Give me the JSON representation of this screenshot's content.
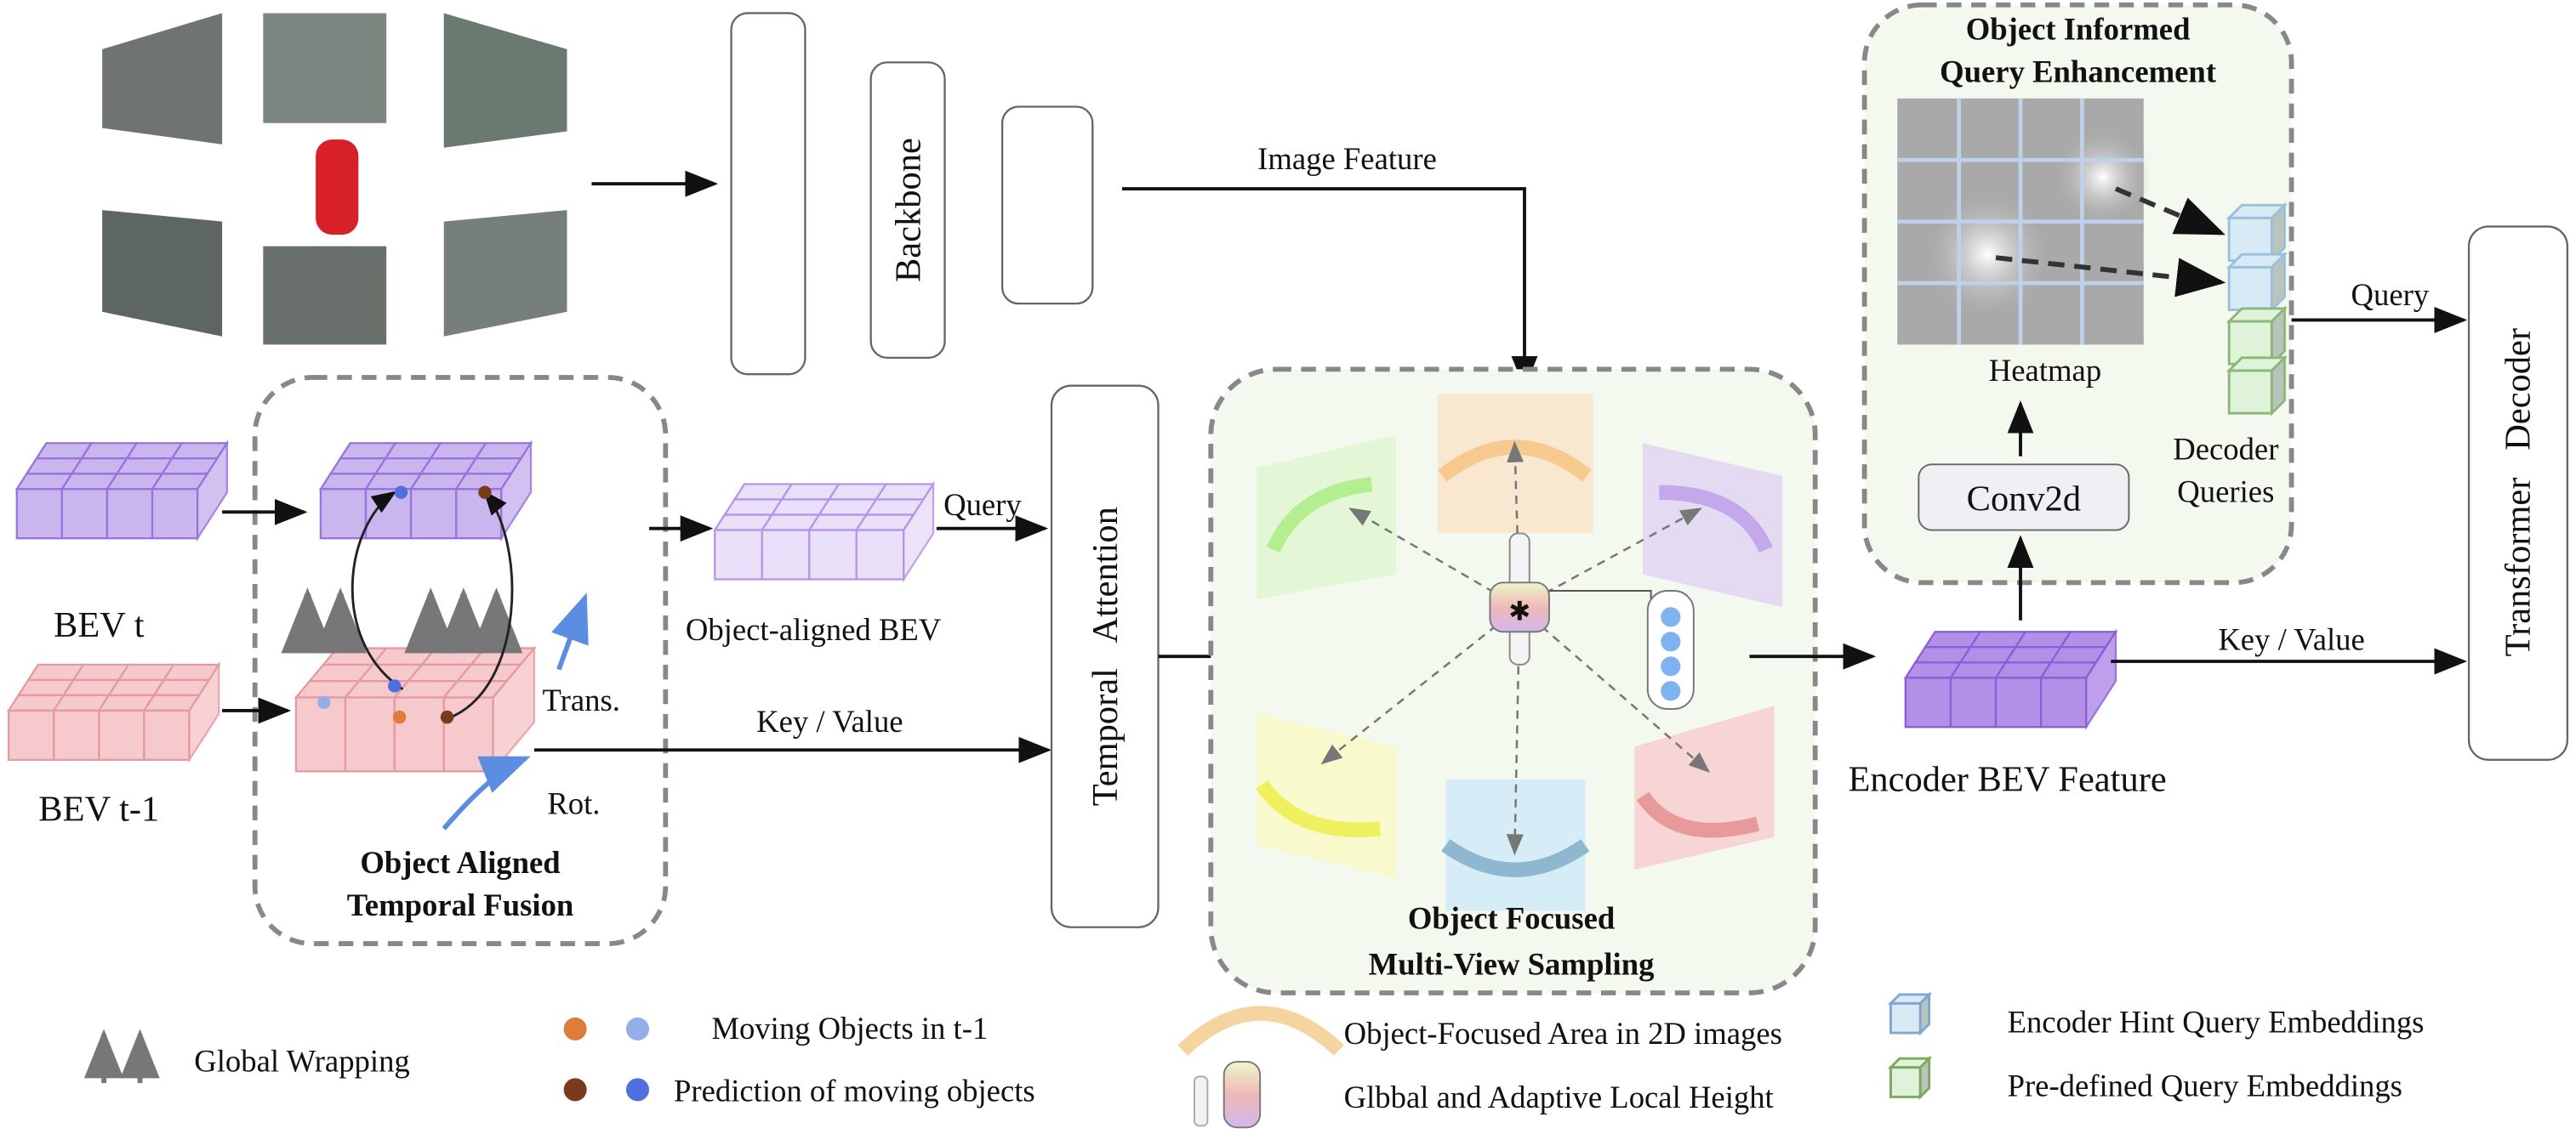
{
  "backbone": {
    "label": "Backbone"
  },
  "image_feature": "Image Feature",
  "bev_t": "BEV t",
  "bev_t1": "BEV t-1",
  "fusion": {
    "title_line1": "Object Aligned",
    "title_line2": "Temporal Fusion",
    "trans": "Trans.",
    "rot": "Rot."
  },
  "object_aligned_bev": "Object-aligned BEV",
  "query_label_1": "Query",
  "key_value_1": "Key / Value",
  "temporal_attention": "Temporal   Attention",
  "sampling": {
    "title_line1": "Object Focused",
    "title_line2": "Multi-View Sampling"
  },
  "enhancement": {
    "title_line1": "Object Informed",
    "title_line2": "Query Enhancement",
    "heatmap": "Heatmap",
    "conv2d": "Conv2d",
    "decoder_queries_line1": "Decoder",
    "decoder_queries_line2": "Queries"
  },
  "encoder_bev": "Encoder BEV Feature",
  "query_label_2": "Query",
  "key_value_2": "Key / Value",
  "transformer_decoder": "Transformer   Decoder",
  "legend": {
    "global_wrapping": "Global Wrapping",
    "moving_objects": "Moving Objects in t-1",
    "prediction": "Prediction of moving objects",
    "focused_area": "Object-Focused Area in 2D images",
    "height": "Glbbal and Adaptive Local Height",
    "hint_query": "Encoder Hint Query Embeddings",
    "predefined_query": "Pre-defined Query Embeddings"
  },
  "colors": {
    "purple": "#c9b6ee",
    "red": "#f6c9cc",
    "blue_query": "#d8eaf6",
    "green_query": "#dff2da",
    "orange_dot": "#e07b3a",
    "light_blue_dot": "#93aee8",
    "brown_dot": "#7a3b1c",
    "blue_dot": "#4f6fe0",
    "panel_bg": "#f3f9ee"
  }
}
